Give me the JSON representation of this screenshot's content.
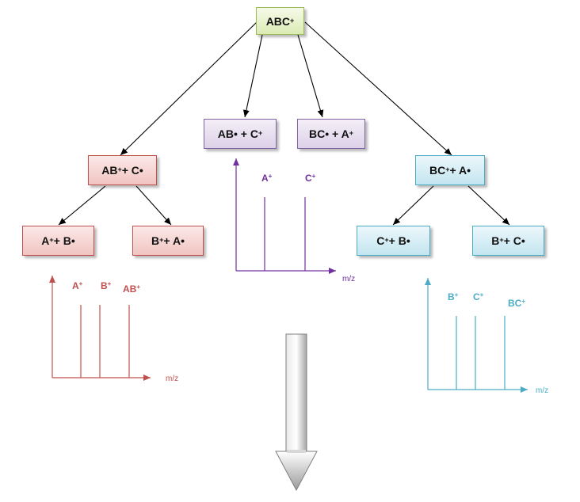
{
  "nodes": {
    "root": {
      "base": "ABC",
      "sup": "+"
    },
    "ab_c": {
      "t1": "AB",
      "s1": "",
      "t2": "• + C",
      "s2": "+"
    },
    "bc_a": {
      "t1": "BC",
      "s1": "",
      "t2": "• + A",
      "s2": "+"
    },
    "ab_cdot": {
      "t1": "AB",
      "s1": "+",
      "t2": " + C•"
    },
    "bc_adot": {
      "t1": "BC",
      "s1": "+",
      "t2": " + A•"
    },
    "a_b": {
      "t1": "A",
      "s1": "+",
      "t2": " + B•"
    },
    "b_a": {
      "t1": "B",
      "s1": "+",
      "t2": " + A•"
    },
    "c_b": {
      "t1": "C",
      "s1": "+",
      "t2": " + B•"
    },
    "b_c": {
      "t1": "B",
      "s1": "+",
      "t2": " + C•"
    }
  },
  "spectra": {
    "left": {
      "peaks": [
        "A+",
        "B+",
        "AB+"
      ],
      "axis_label": "m/z",
      "color": "#c0504d"
    },
    "middle": {
      "peaks": [
        "A+",
        "C+"
      ],
      "axis_label": "m/z",
      "color": "#7030a0"
    },
    "right": {
      "peaks": [
        "B+",
        "C+",
        "BC+"
      ],
      "axis_label": "m/z",
      "color": "#4bacc6"
    }
  },
  "colors": {
    "root": "#9bbb59",
    "red": "#c0504d",
    "purple": "#8064a2",
    "blue": "#4bacc6",
    "arrow_fill": "#bfbfbf"
  }
}
